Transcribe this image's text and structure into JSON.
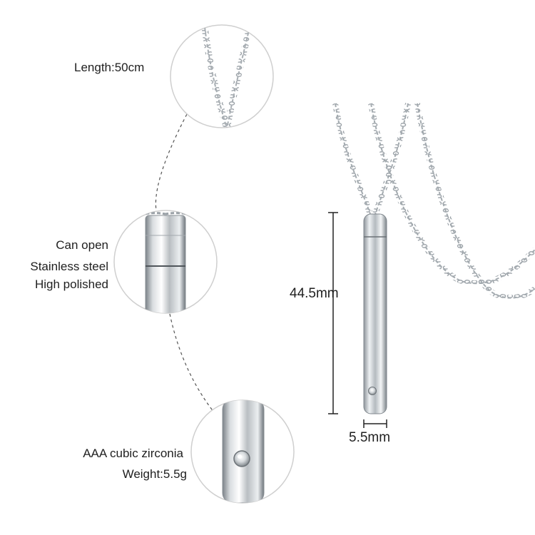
{
  "callouts": {
    "length": "Length:50cm",
    "features": [
      "Can open",
      "Stainless steel",
      "High polished"
    ],
    "stone": "AAA cubic zirconia",
    "weight": "Weight:5.5g"
  },
  "dimensions": {
    "height": "44.5mm",
    "width": "5.5mm"
  }
}
